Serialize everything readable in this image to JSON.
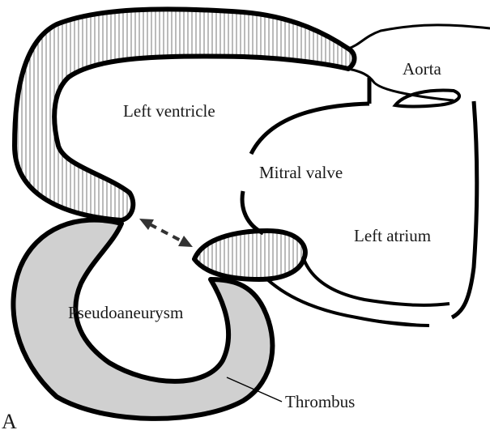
{
  "diagram": {
    "panel_label": "A",
    "labels": {
      "aorta": "Aorta",
      "left_ventricle": "Left ventricle",
      "mitral_valve": "Mitral valve",
      "left_atrium": "Left atrium",
      "pseudoaneurysm": "Pseudoaneurysm",
      "thrombus": "Thrombus"
    },
    "colors": {
      "outline": "#000000",
      "hatch_line": "#777777",
      "thrombus_fill": "#d0d0d0",
      "background": "#ffffff"
    }
  }
}
